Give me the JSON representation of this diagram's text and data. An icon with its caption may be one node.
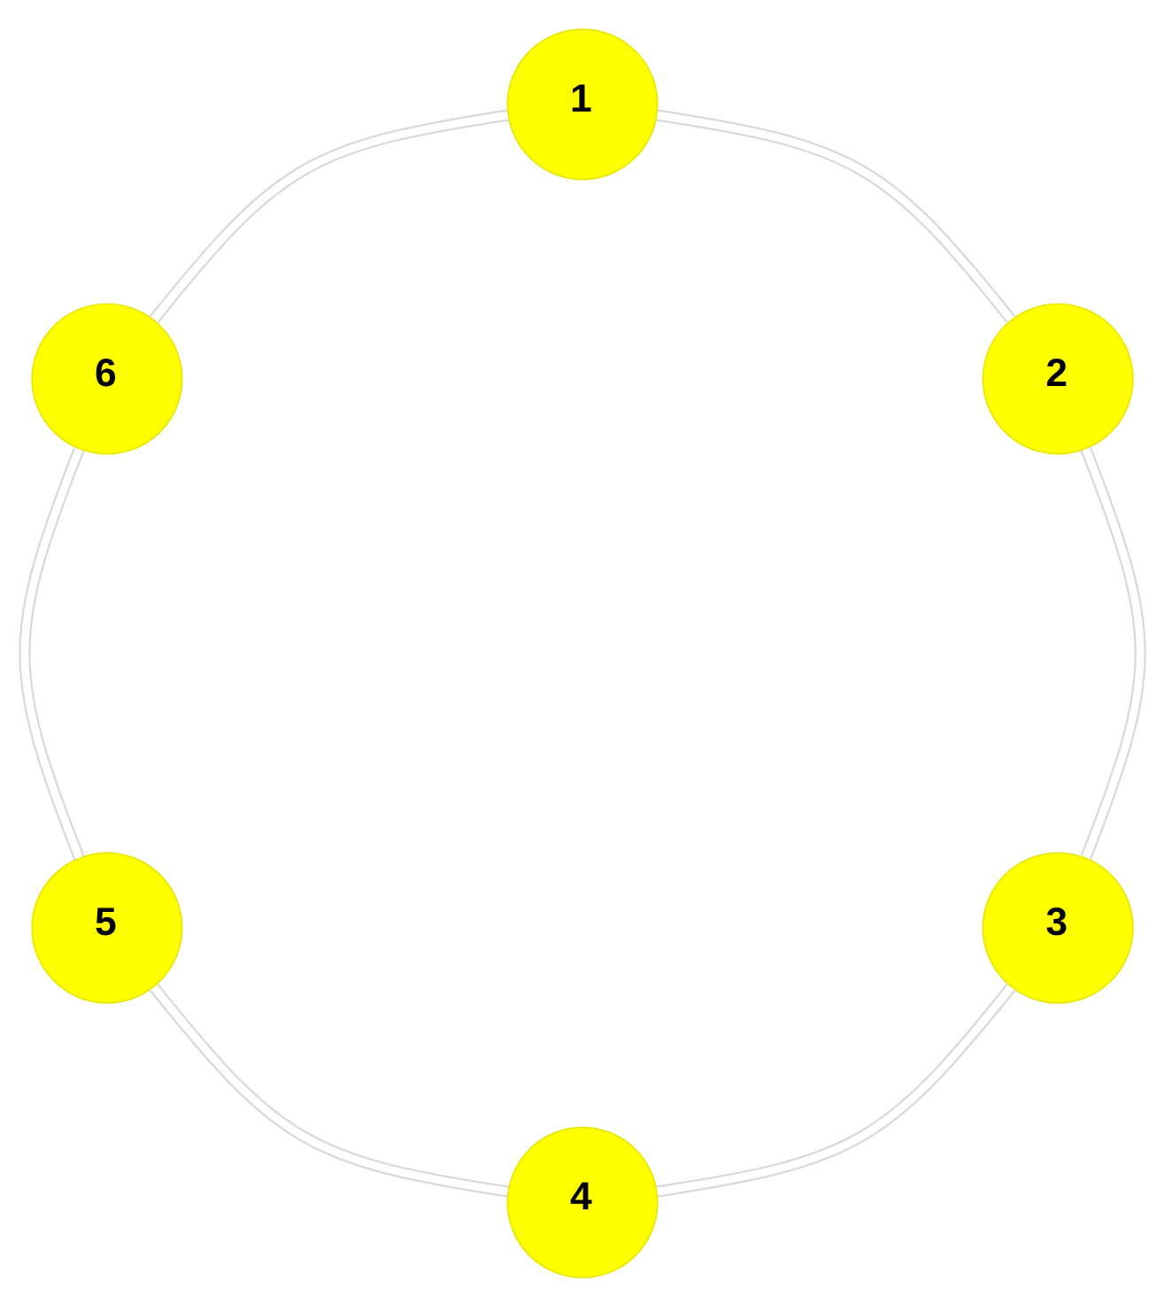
{
  "diagram": {
    "nodes": [
      {
        "text": [
          "1"
        ]
      },
      {
        "text": [
          "2"
        ]
      },
      {
        "text": [
          "3"
        ]
      },
      {
        "text": [
          "4"
        ]
      },
      {
        "text": [
          "5"
        ]
      },
      {
        "text": [
          "6"
        ]
      }
    ],
    "edges": [
      {
        "from": 0,
        "to": 1,
        "arrow": "none"
      },
      {
        "from": 1,
        "to": 2,
        "arrow": "none"
      },
      {
        "from": 2,
        "to": 3,
        "arrow": "none"
      },
      {
        "from": 3,
        "to": 4,
        "arrow": "none"
      },
      {
        "from": 4,
        "to": 5,
        "arrow": "none"
      },
      {
        "from": 5,
        "to": 0,
        "arrow": "none"
      }
    ]
  }
}
